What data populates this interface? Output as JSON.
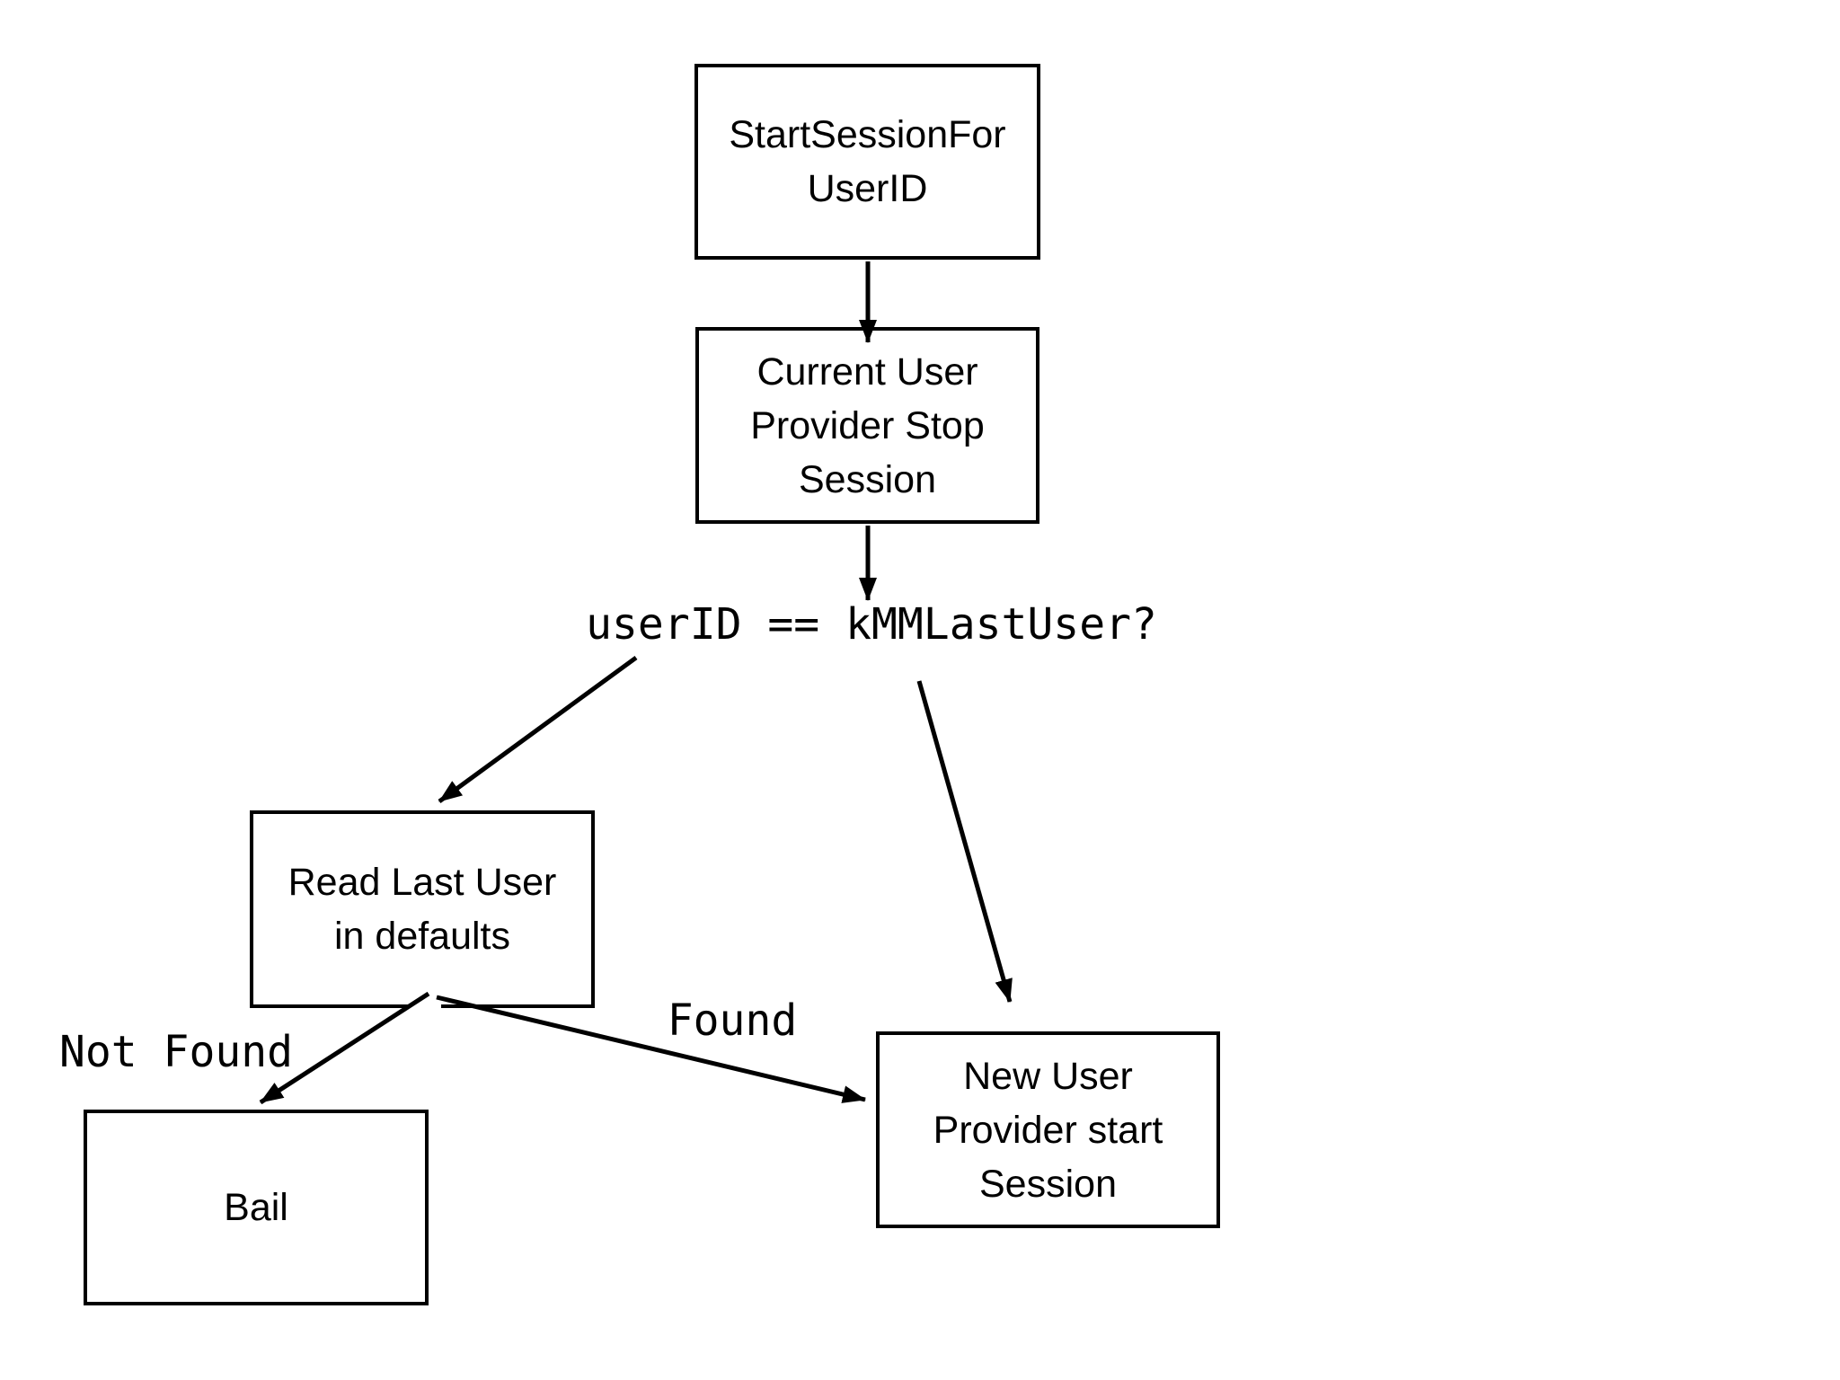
{
  "diagram": {
    "nodes": [
      {
        "id": "start-session-for-userid",
        "lines": [
          "StartSessionFor",
          "UserID"
        ]
      },
      {
        "id": "current-user-provider-stop-session",
        "lines": [
          "Current User",
          "Provider Stop",
          "Session"
        ]
      },
      {
        "id": "read-last-user-in-defaults",
        "lines": [
          "Read Last User",
          "in defaults"
        ]
      },
      {
        "id": "bail",
        "lines": [
          "Bail"
        ]
      },
      {
        "id": "new-user-provider-start-session",
        "lines": [
          "New User",
          "Provider start",
          "Session"
        ]
      }
    ],
    "decision": {
      "label": "userID == kMMLastUser?"
    },
    "edge_labels": {
      "not_found": "Not Found",
      "found": "Found"
    },
    "colors": {
      "stroke": "#000000",
      "background": "#ffffff",
      "text": "#000000"
    }
  }
}
